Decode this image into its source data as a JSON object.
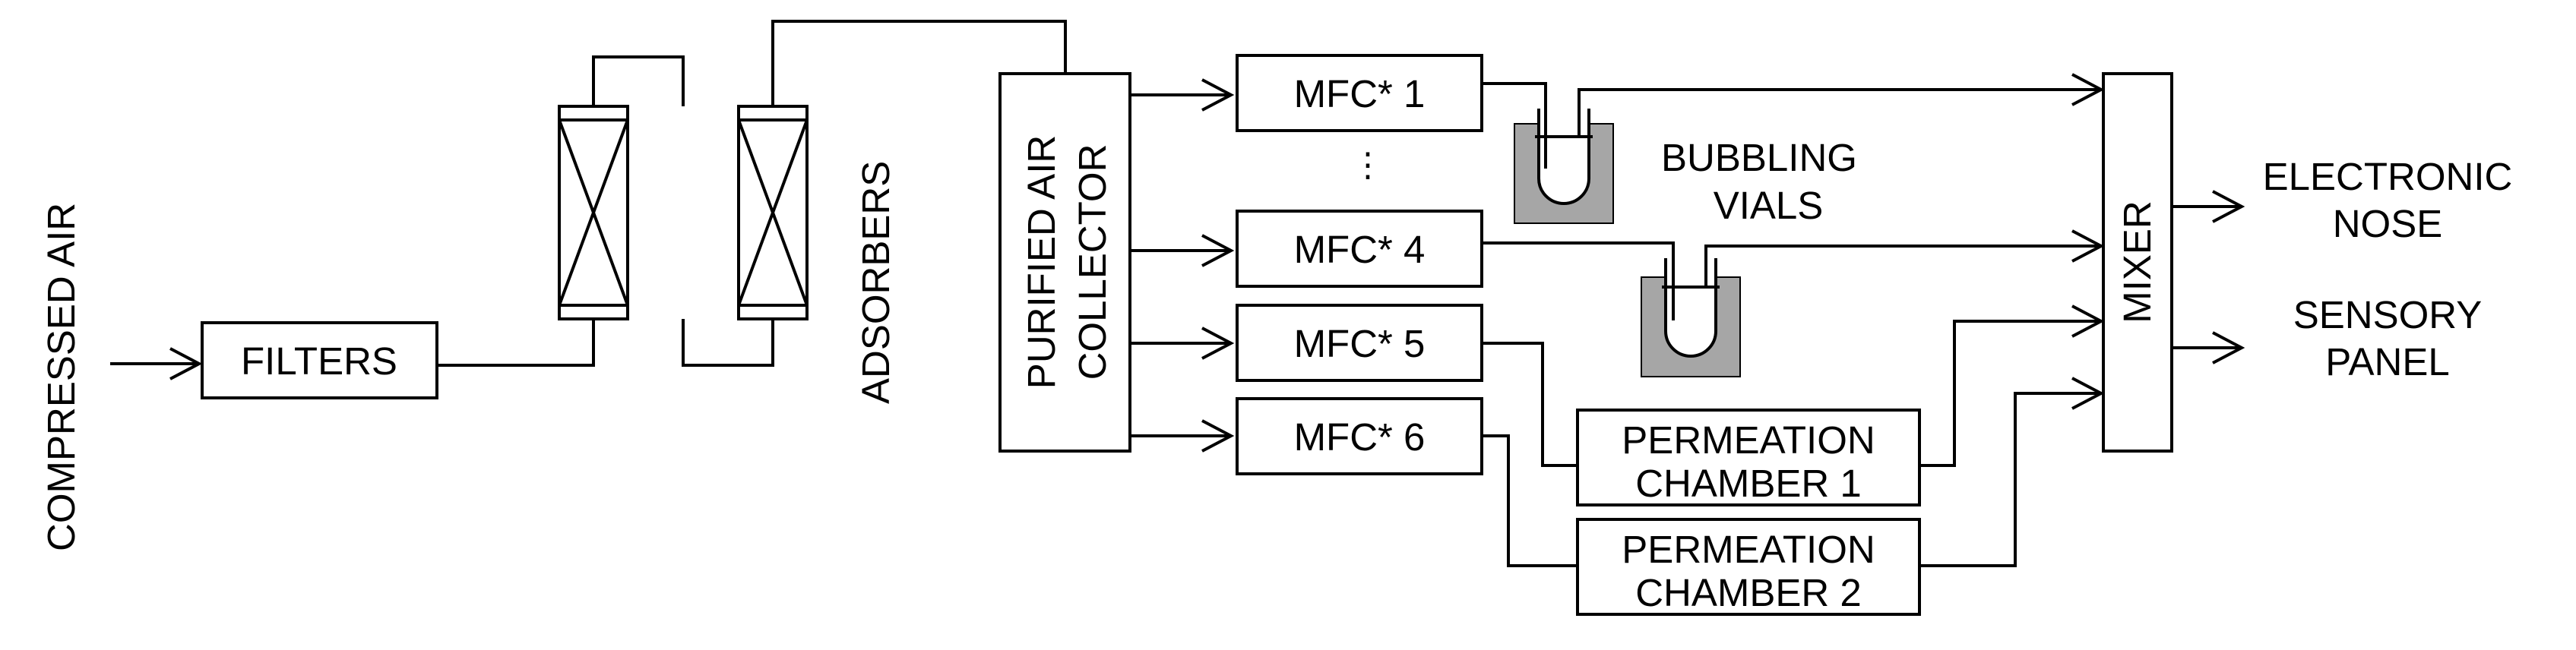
{
  "labels": {
    "compressed_air": "COMPRESSED AIR",
    "filters": "FILTERS",
    "adsorbers": "ADSORBERS",
    "collector_line1": "PURIFIED AIR",
    "collector_line2": "COLLECTOR",
    "mfc1": "MFC* 1",
    "mfc_ellipsis": "⋮",
    "mfc4": "MFC* 4",
    "mfc5": "MFC* 5",
    "mfc6": "MFC* 6",
    "bubbling_line1": "BUBBLING",
    "bubbling_line2": "VIALS",
    "perm1_line1": "PERMEATION",
    "perm1_line2": "CHAMBER 1",
    "perm2_line1": "PERMEATION",
    "perm2_line2": "CHAMBER 2",
    "mixer": "MIXER",
    "enose_line1": "ELECTRONIC",
    "enose_line2": "NOSE",
    "sensory_line1": "SENSORY",
    "sensory_line2": "PANEL"
  },
  "colors": {
    "stroke": "#000000",
    "vial_bath": "#a6a6a6"
  }
}
